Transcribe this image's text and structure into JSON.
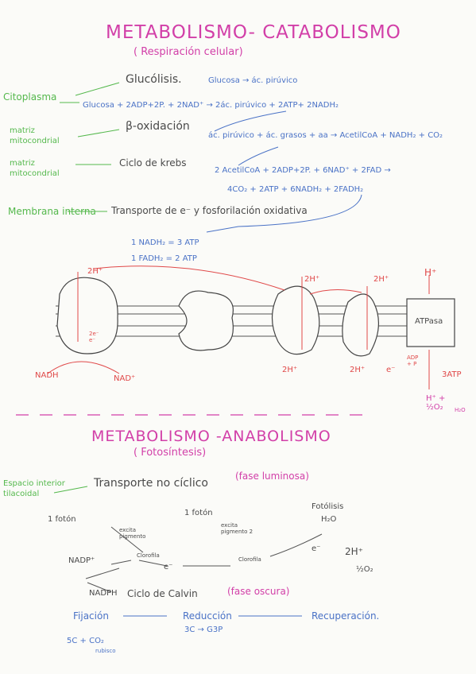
{
  "catabolism": {
    "title": "METABOLISMO- CATABOLISMO",
    "subtitle": "( Respiración celular)",
    "glycolysis": {
      "heading": "Glucólisis.",
      "summary": "Glucosa → ác. pirúvico",
      "location": "Citoplasma",
      "equation": "Glucosa + 2ADP+2P. + 2NAD⁺ → 2ác. pirúvico + 2ATP+ 2NADH₂"
    },
    "beta_oxidation": {
      "heading": "β-oxidación",
      "location": "matriz mitocondrial",
      "equation": "ác. pirúvico + ác. grasos + aa → AcetilCoA + NADH₂ + CO₂"
    },
    "krebs": {
      "heading": "Ciclo de krebs",
      "location": "matriz mitocondrial",
      "equation_1": "2 AcetilCoA + 2ADP+2P. + 6NAD⁺ + 2FAD →",
      "equation_2": "4CO₂ + 2ATP + 6NADH₂ + 2FADH₂"
    },
    "electron_transport": {
      "heading": "Transporte de e⁻ y fosforilación oxidativa",
      "location": "Membrana interna",
      "equivalence_1": "1 NADH₂ = 3 ATP",
      "equivalence_2": "1 FADH₂ = 2 ATP"
    },
    "membrane_diagram": {
      "h_top_1": "2H⁺",
      "h_top_2": "2H⁺",
      "h_top_3": "2H⁺",
      "h_top_4": "H⁺",
      "e_label": "2e⁻ e⁻",
      "h_bottom_1": "2H⁺",
      "h_bottom_2": "2H⁺",
      "e_bottom": "e⁻",
      "nadh": "NADH",
      "nad": "NAD⁺",
      "atpase": "ATPasa",
      "adp": "ADP + P",
      "atp": "3ATP",
      "h_product": "H⁺ + ½O₂",
      "water": "H₂O"
    }
  },
  "anabolism": {
    "title": "METABOLISMO -ANABOLISMO",
    "subtitle": "( Fotosíntesis)",
    "light_phase": {
      "location": "Espacio interior tilacoidal",
      "heading": "Transporte no cíclico",
      "phase": "(fase luminosa)",
      "photon_1": "1 fotón",
      "photon_2": "1 fotón",
      "pigment_1": "excita pigmento",
      "pigment_2": "excita pigmento 2",
      "chlorophyll_1": "Clorofila",
      "chlorophyll_2": "Clorofila",
      "photolysis": "Fotólisis",
      "water": "H₂O",
      "e_1": "e⁻",
      "e_2": "e⁻",
      "h_plus": "2H⁺",
      "oxygen": "½O₂",
      "nadp": "NADP⁺",
      "nadph": "NADPH"
    },
    "calvin": {
      "heading": "Ciclo de Calvin",
      "phase": "(fase oscura)",
      "step_1": "Fijación",
      "step_2": "Reducción",
      "step_3": "Recuperación.",
      "fixation_input": "5C + CO₂",
      "fixation_sub": "rubisco",
      "reduction_detail": "3C → G3P"
    }
  },
  "colors": {
    "pink": "#d23fa8",
    "green": "#54b84c",
    "blue": "#4a72c6",
    "purple": "#8a3fd0",
    "red": "#e04848",
    "ink": "#4a4a4a"
  }
}
